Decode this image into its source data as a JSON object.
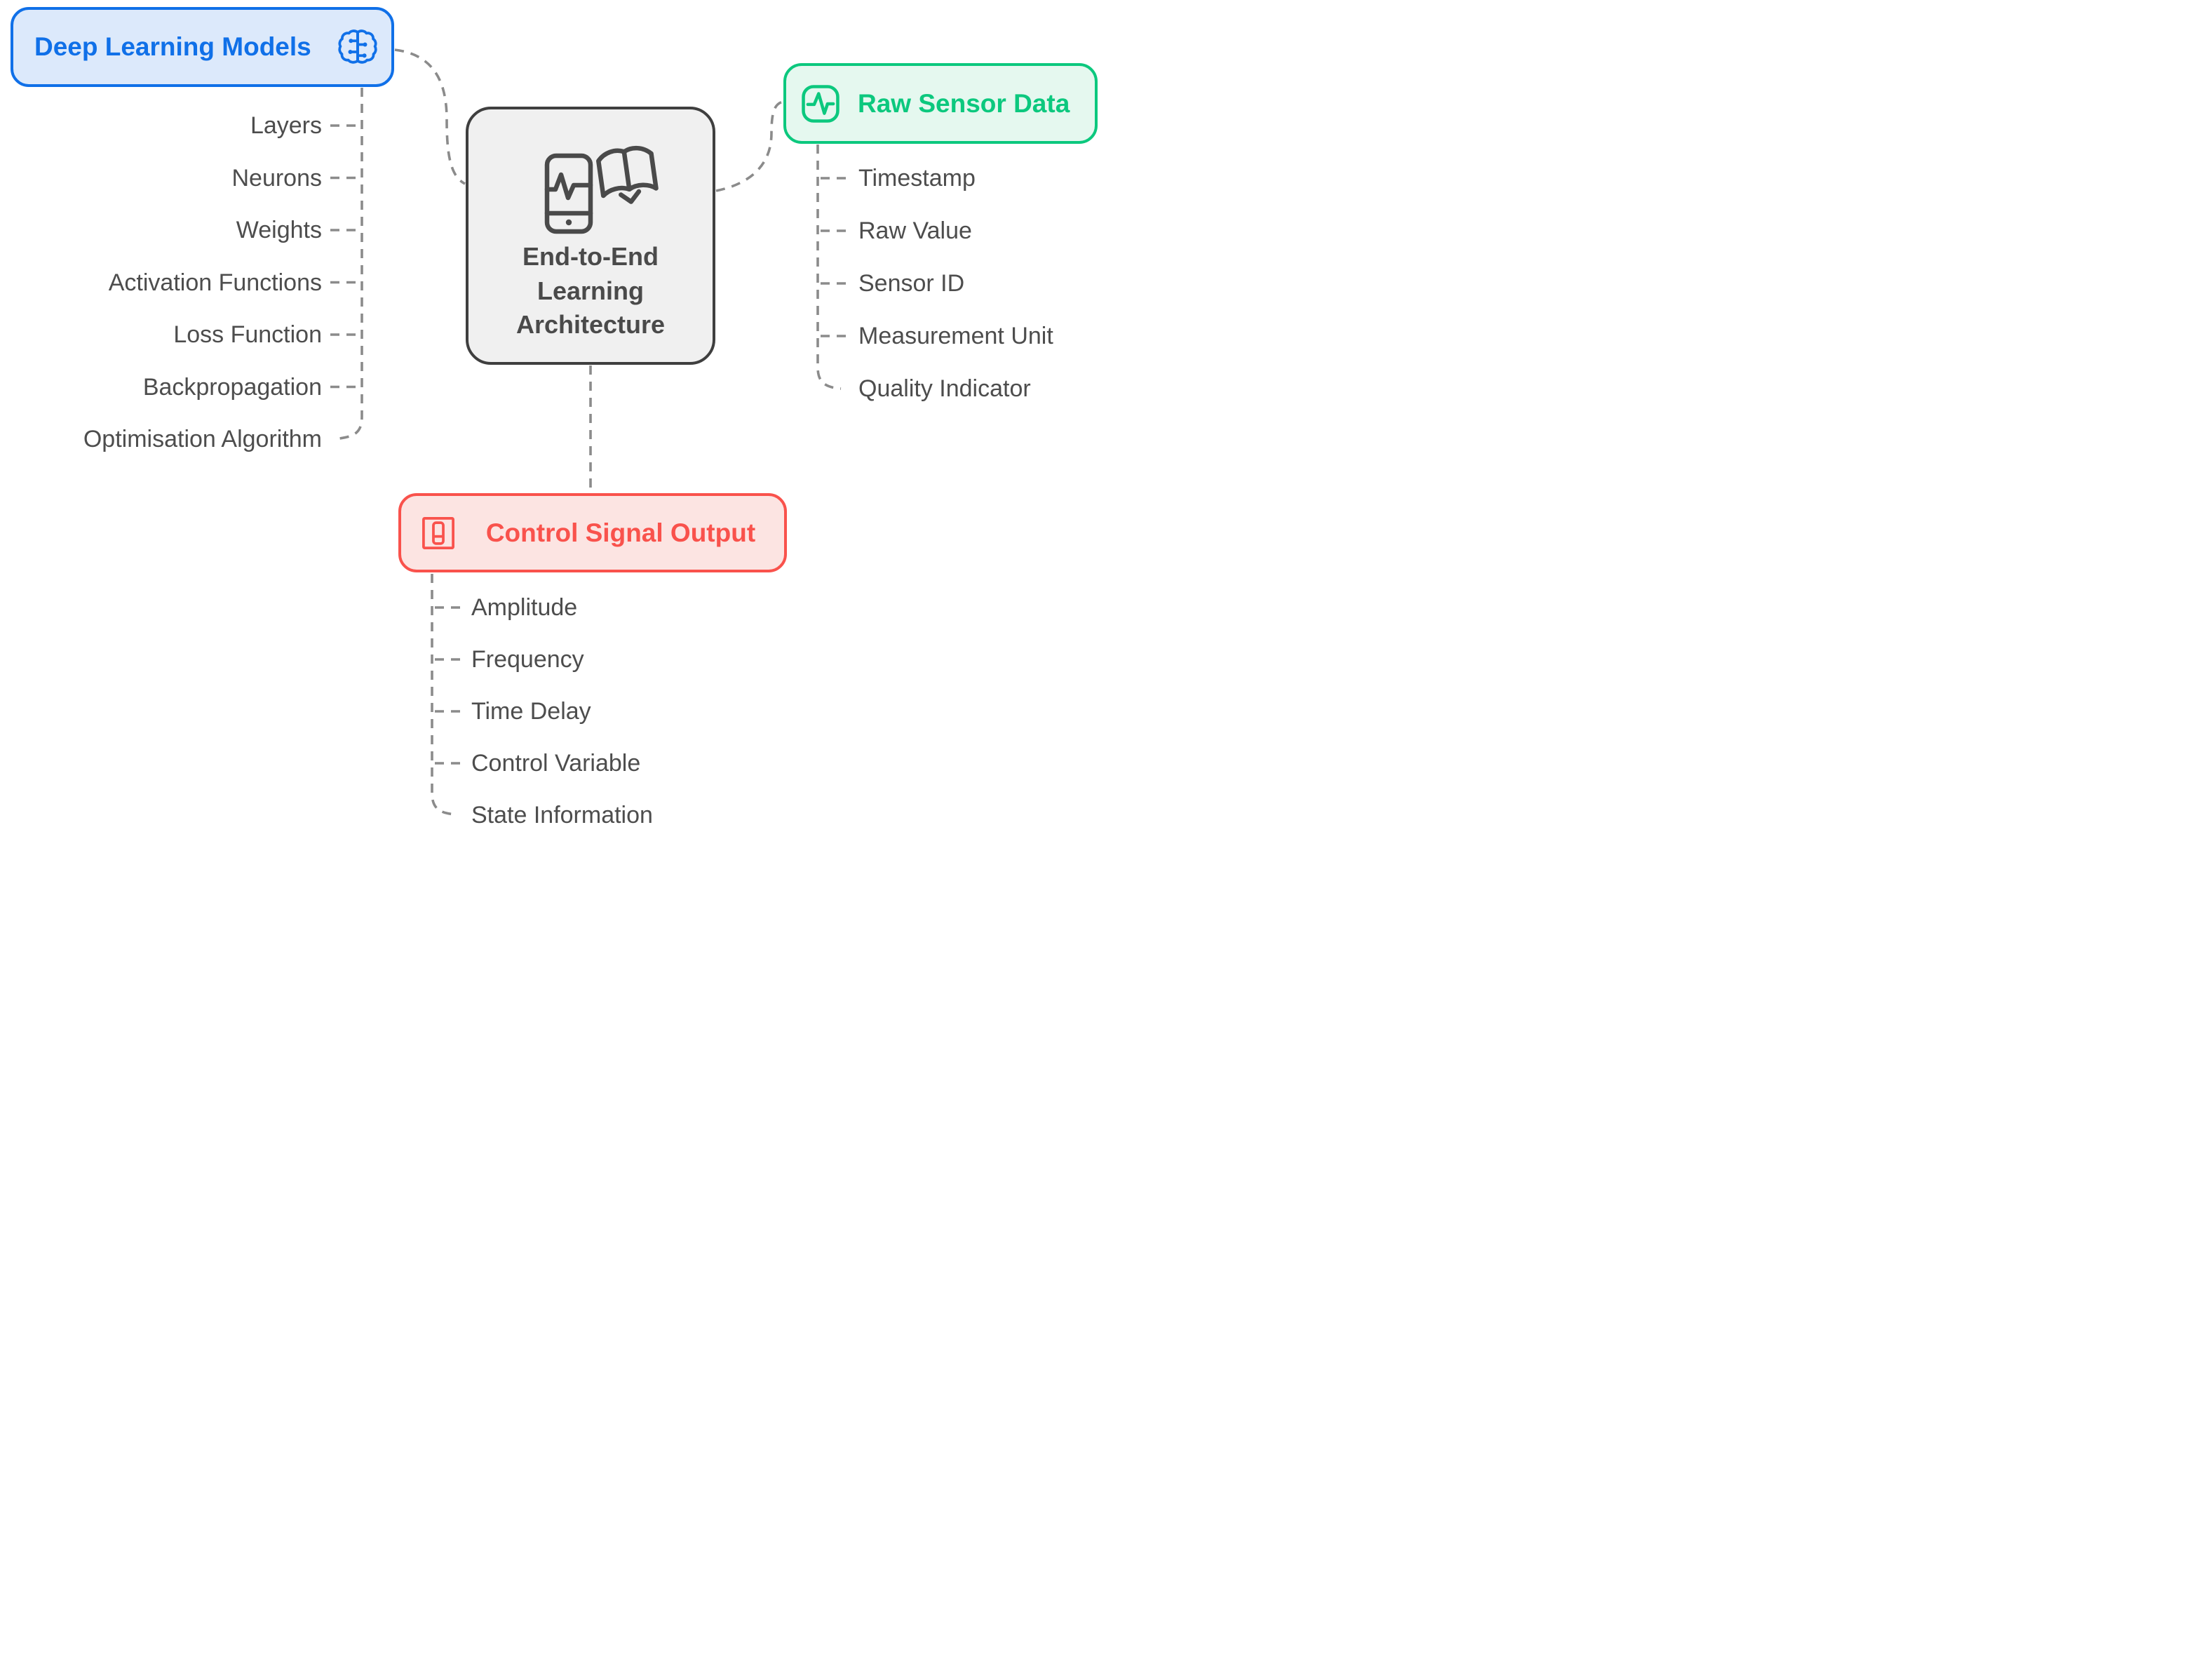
{
  "page": {
    "background": "#ffffff"
  },
  "center_node": {
    "title": "End-to-End Learning Architecture",
    "icon": "phone-pulse-book-icon",
    "border_color": "#3f3f3f",
    "fill_color": "#f0f0f0",
    "text_color": "#4a4a4a"
  },
  "branches": {
    "deep_learning": {
      "label": "Deep Learning Models",
      "icon": "brain-icon",
      "accent_color": "#1070e8",
      "fill_color": "#dce9fb",
      "items": [
        "Layers",
        "Neurons",
        "Weights",
        "Activation Functions",
        "Loss Function",
        "Backpropagation",
        "Optimisation Algorithm"
      ]
    },
    "raw_sensor": {
      "label": "Raw Sensor Data",
      "icon": "pulse-square-icon",
      "accent_color": "#0cc87e",
      "fill_color": "#e5f8ef",
      "items": [
        "Timestamp",
        "Raw Value",
        "Sensor ID",
        "Measurement Unit",
        "Quality Indicator"
      ]
    },
    "control_output": {
      "label": "Control Signal Output",
      "icon": "toggle-switch-icon",
      "accent_color": "#f9524c",
      "fill_color": "#fce4e2",
      "items": [
        "Amplitude",
        "Frequency",
        "Time Delay",
        "Control Variable",
        "State Information"
      ]
    }
  },
  "connectors": {
    "color": "#8b8b8b",
    "style": "dashed"
  },
  "item_text_color": "#4d4d4d"
}
